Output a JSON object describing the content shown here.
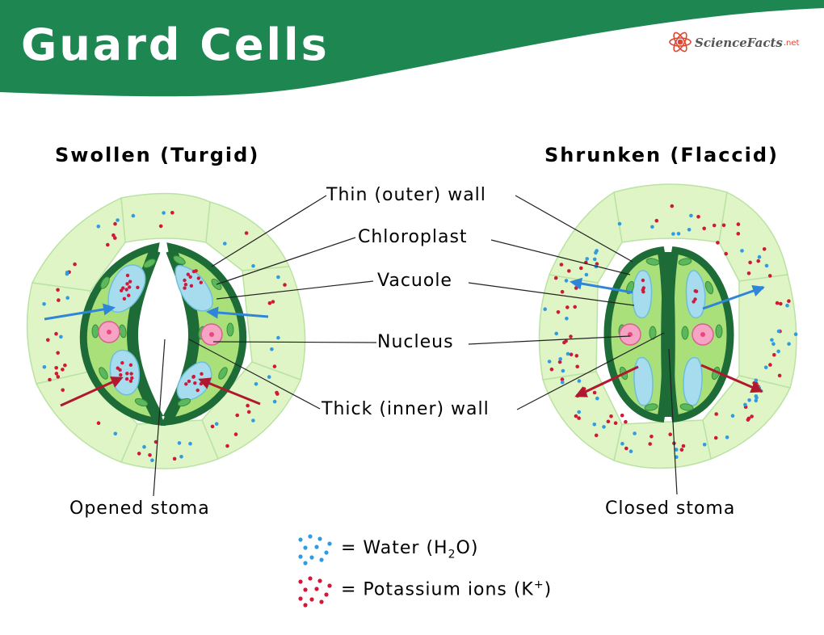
{
  "title": "Guard Cells",
  "brand": {
    "name": "ScienceFacts",
    "tld": ".net"
  },
  "colors": {
    "banner": "#1e8651",
    "cell_fill": "#dff5c6",
    "cell_stroke": "#b9e3a2",
    "guard_wall": "#1d6b36",
    "guard_fill": "#a9e07a",
    "chloroplast": "#5cb85c",
    "vacuole": "#a7dcef",
    "nucleus": "#f7a3c3",
    "water": "#2f9be3",
    "potassium": "#d01838",
    "water_arrow": "#2f86d8",
    "potassium_arrow": "#b0182e"
  },
  "headings": {
    "left": "Swollen (Turgid)",
    "right": "Shrunken (Flaccid)"
  },
  "labels": {
    "thin_wall": "Thin (outer) wall",
    "chloroplast": "Chloroplast",
    "vacuole": "Vacuole",
    "nucleus": "Nucleus",
    "thick_wall": "Thick (inner) wall",
    "opened": "Opened stoma",
    "closed": "Closed stoma"
  },
  "legend": {
    "water_prefix": "= Water (H",
    "water_sub": "2",
    "water_suffix": "O)",
    "k_prefix": "= Potassium ions (K",
    "k_sup": "+",
    "k_suffix": ")"
  }
}
